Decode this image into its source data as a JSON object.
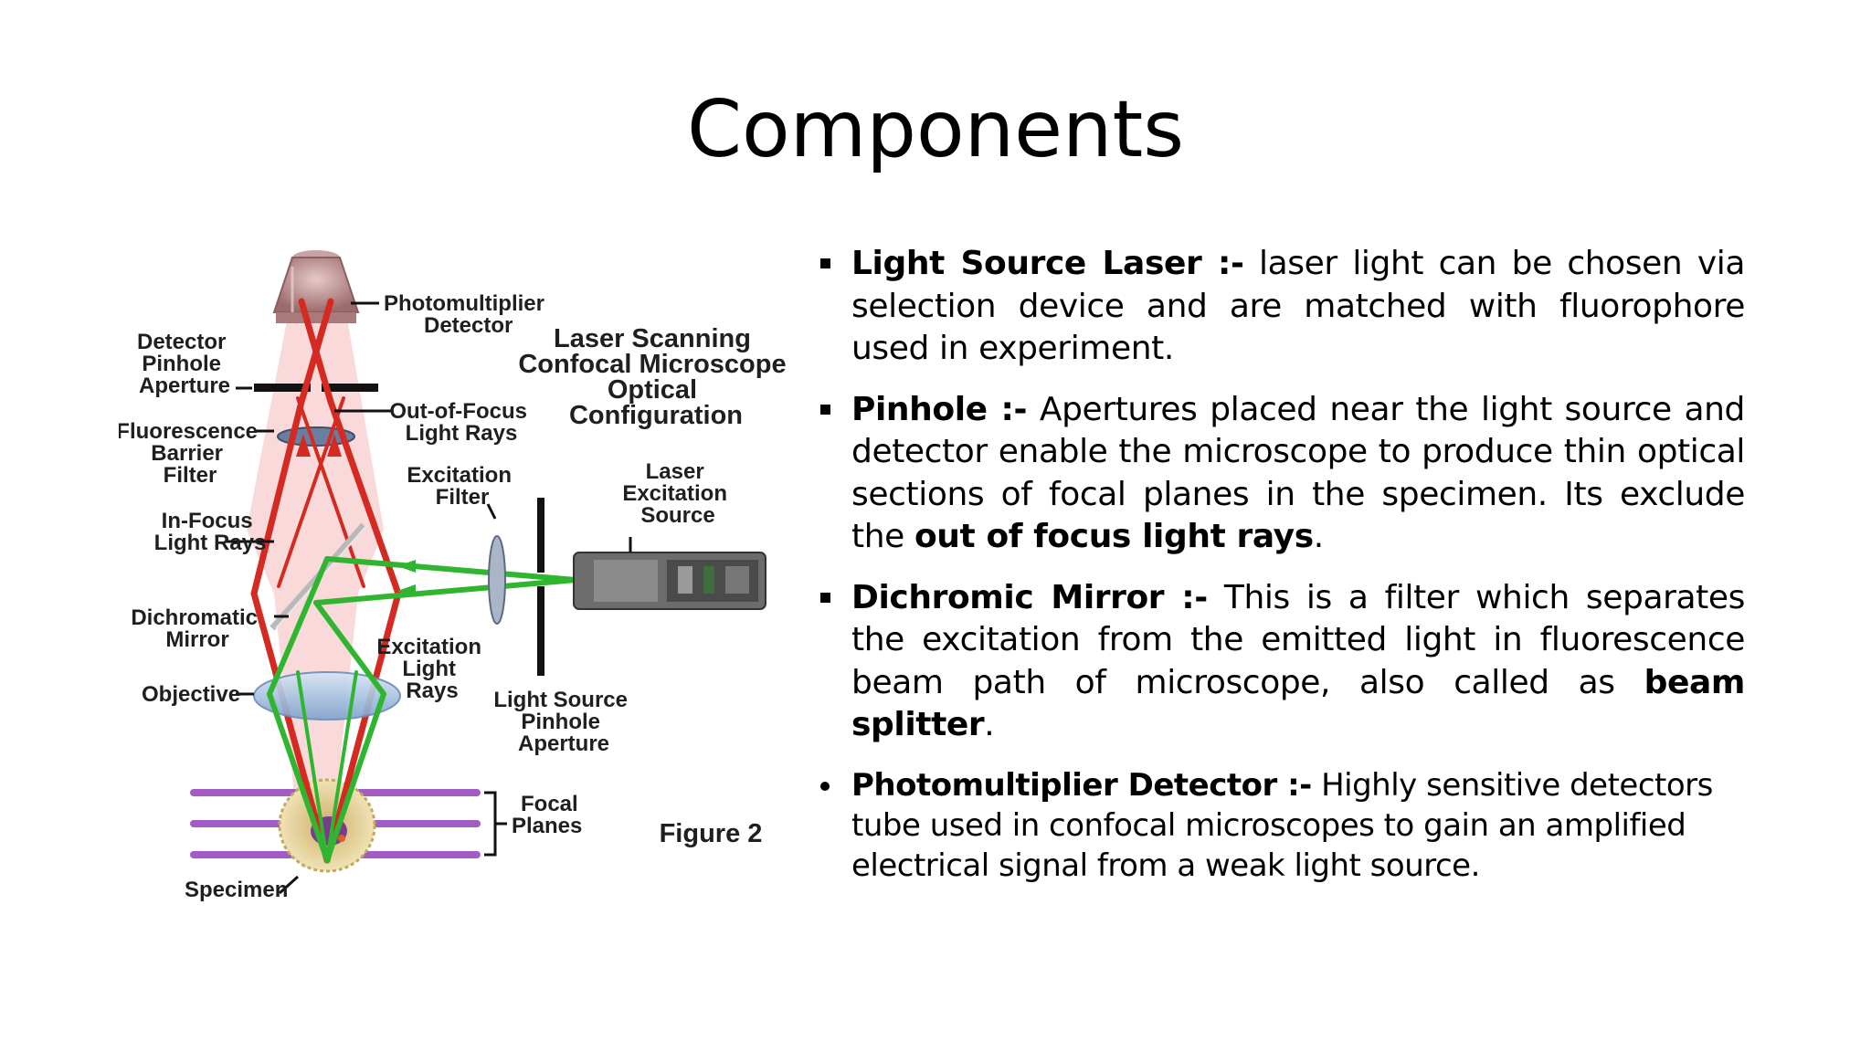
{
  "slide": {
    "title": "Components"
  },
  "figure": {
    "title_lines": [
      "Laser Scanning",
      "Confocal Microscope",
      "Optical",
      "Configuration"
    ],
    "caption": "Figure 2",
    "labels": {
      "photomultiplier": [
        "Photomultiplier",
        "Detector"
      ],
      "detector_pinhole": [
        "Detector",
        "Pinhole",
        "Aperture"
      ],
      "out_of_focus": [
        "Out-of-Focus",
        "Light Rays"
      ],
      "barrier_filter": [
        "Fluorescence",
        "Barrier",
        "Filter"
      ],
      "excitation_filter": [
        "Excitation",
        "Filter"
      ],
      "laser_source": [
        "Laser",
        "Excitation",
        "Source"
      ],
      "in_focus": [
        "In-Focus",
        "Light Rays"
      ],
      "dichromatic": [
        "Dichromatic",
        "Mirror"
      ],
      "excitation_rays": [
        "Excitation",
        "Light",
        "Rays"
      ],
      "objective": "Objective",
      "source_pinhole": [
        "Light Source",
        "Pinhole",
        "Aperture"
      ],
      "focal_planes": [
        "Focal",
        "Planes"
      ],
      "specimen": "Specimen"
    }
  },
  "bullets": [
    {
      "style": "square",
      "term": "Light Source Laser :-",
      "text": " laser light can be chosen via selection device and are matched with fluorophore used in experiment."
    },
    {
      "style": "square",
      "term": "Pinhole :-",
      "text": " Apertures placed near the light source and detector enable the microscope to produce thin optical sections of focal planes in the specimen. Its exclude the ",
      "emphasis": "out of focus light rays",
      "tail": "."
    },
    {
      "style": "square",
      "term": "Dichromic Mirror :-",
      "text": " This is a filter which separates the excitation from the emitted light in fluorescence beam path of microscope, also called as ",
      "emphasis": "beam splitter",
      "tail": "."
    },
    {
      "style": "dot",
      "term": "Photomultiplier Detector  :-",
      "text": " Highly sensitive detectors tube used in confocal microscopes  to gain an amplified electrical signal from a weak light source."
    }
  ],
  "colors": {
    "red_ray": "#d42a22",
    "green_ray": "#2fb52f",
    "focal_plane": "#a35cc4",
    "lens": "#8fb3d9",
    "detector": "#b88a8a"
  }
}
